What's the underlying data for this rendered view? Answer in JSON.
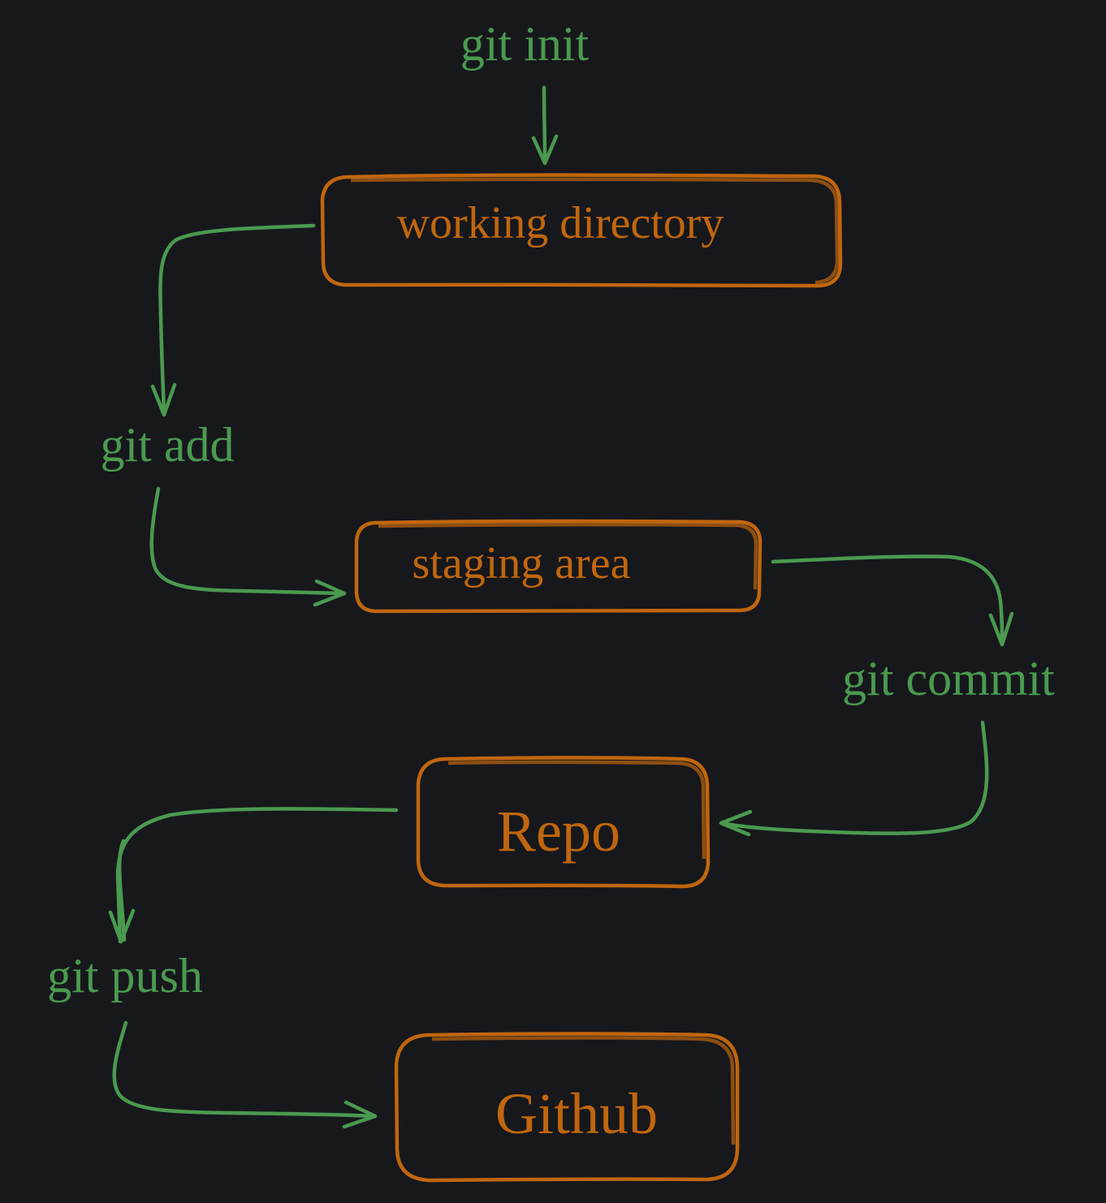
{
  "colors": {
    "background": "#17181c",
    "command": "#4a9a4f",
    "node": "#c0660e"
  },
  "commands": {
    "init": "git init",
    "add": "git add",
    "commit": "git commit",
    "push": "git push"
  },
  "nodes": {
    "working_directory": "working directory",
    "staging_area": "staging area",
    "repo": "Repo",
    "github": "Github"
  }
}
